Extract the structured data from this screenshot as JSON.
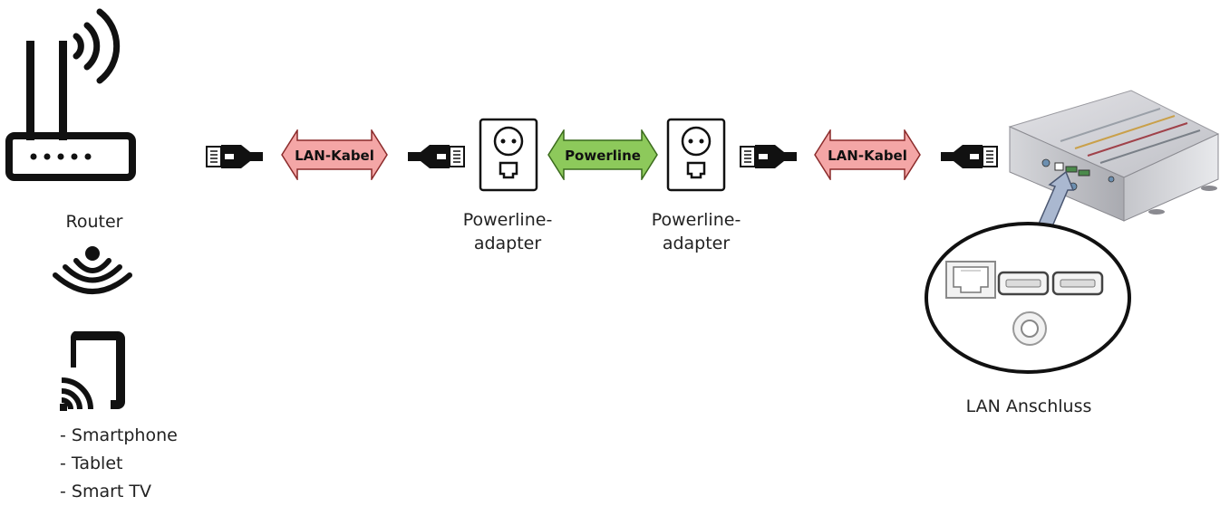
{
  "router": {
    "label": "Router"
  },
  "devices": {
    "items": [
      "- Smartphone",
      "- Tablet",
      "- Smart TV"
    ]
  },
  "links": {
    "lan_left": "LAN-Kabel",
    "powerline": "Powerline",
    "lan_right": "LAN-Kabel"
  },
  "adapters": {
    "left": {
      "line1": "Powerline-",
      "line2": "adapter"
    },
    "right": {
      "line1": "Powerline-",
      "line2": "adapter"
    }
  },
  "device_box": {
    "port_label": "LAN Anschluss"
  },
  "colors": {
    "lan_arrow_fill": "#f4a6a6",
    "powerline_arrow_fill": "#8dc95b",
    "icon_black": "#111111",
    "box_grey": "#c8c8cc"
  }
}
